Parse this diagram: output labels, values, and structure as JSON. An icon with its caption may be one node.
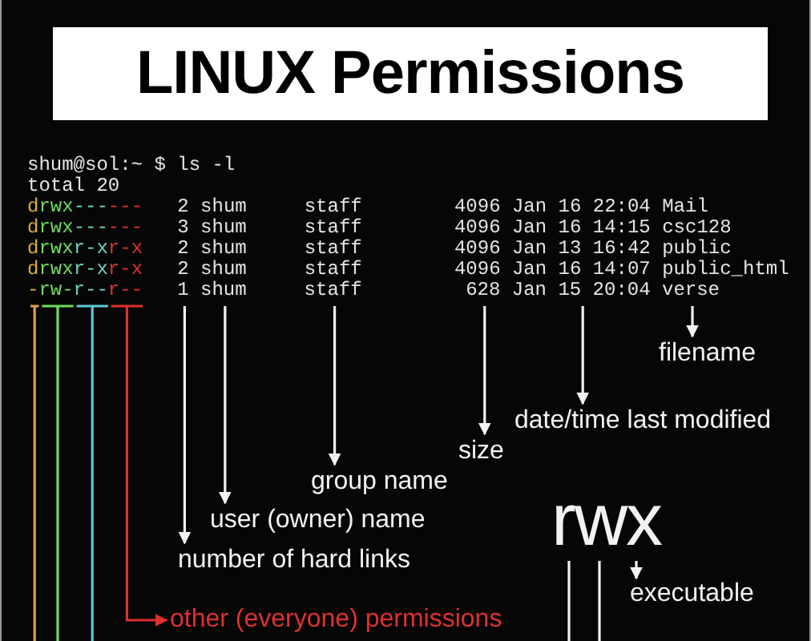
{
  "diagram": {
    "title": "LINUX Permissions",
    "nodes": [
      {
        "text": [
          "-"
        ]
      },
      {
        "text": [
          "rw-"
        ]
      },
      {
        "text": [
          "r--"
        ]
      },
      {
        "text": [
          "r--"
        ]
      },
      {
        "text": [
          "1"
        ]
      },
      {
        "text": [
          "shum"
        ]
      },
      {
        "text": [
          "staff"
        ]
      },
      {
        "text": [
          "628"
        ]
      },
      {
        "text": [
          "Jan 15 20:04"
        ]
      },
      {
        "text": [
          "verse"
        ]
      },
      {
        "text": [
          "filename"
        ]
      },
      {
        "text": [
          "date/time last modified"
        ]
      },
      {
        "text": [
          "size"
        ]
      },
      {
        "text": [
          "group name"
        ]
      },
      {
        "text": [
          "user (owner) name"
        ]
      },
      {
        "text": [
          "number of hard links"
        ]
      },
      {
        "text": [
          "rwx"
        ]
      },
      {
        "text": [
          "executable"
        ]
      },
      {
        "text": [
          "other (everyone) permissions"
        ]
      }
    ],
    "edges": [
      {
        "from": 0,
        "to": null,
        "arrow": "none",
        "color": "#e0a050"
      },
      {
        "from": 1,
        "to": null,
        "arrow": "none",
        "color": "#6fdc5f"
      },
      {
        "from": 2,
        "to": null,
        "arrow": "none",
        "color": "#5fc8d8"
      },
      {
        "from": 3,
        "to": 18,
        "arrow": "to",
        "color": "#e03030"
      },
      {
        "from": 4,
        "to": 15,
        "arrow": "to"
      },
      {
        "from": 5,
        "to": 14,
        "arrow": "to"
      },
      {
        "from": 6,
        "to": 13,
        "arrow": "to"
      },
      {
        "from": 7,
        "to": 12,
        "arrow": "to"
      },
      {
        "from": 8,
        "to": 11,
        "arrow": "to"
      },
      {
        "from": 9,
        "to": 10,
        "arrow": "to"
      },
      {
        "from": 16,
        "to": null,
        "arrow": "none"
      },
      {
        "from": 16,
        "to": null,
        "arrow": "none"
      },
      {
        "from": 16,
        "to": 17,
        "arrow": "to"
      }
    ],
    "labels": [
      "shum@sol:~ $ ls -l",
      "total 20",
      "drwx------   2 shum     staff        4096 Jan 16 22:04 Mail",
      "drwx------   3 shum     staff        4096 Jan 16 14:15 csc128",
      "drwxr-xr-x   2 shum     staff        4096 Jan 13 16:42 public",
      "drwxr-xr-x   2 shum     staff        4096 Jan 16 14:07 public_html"
    ]
  }
}
